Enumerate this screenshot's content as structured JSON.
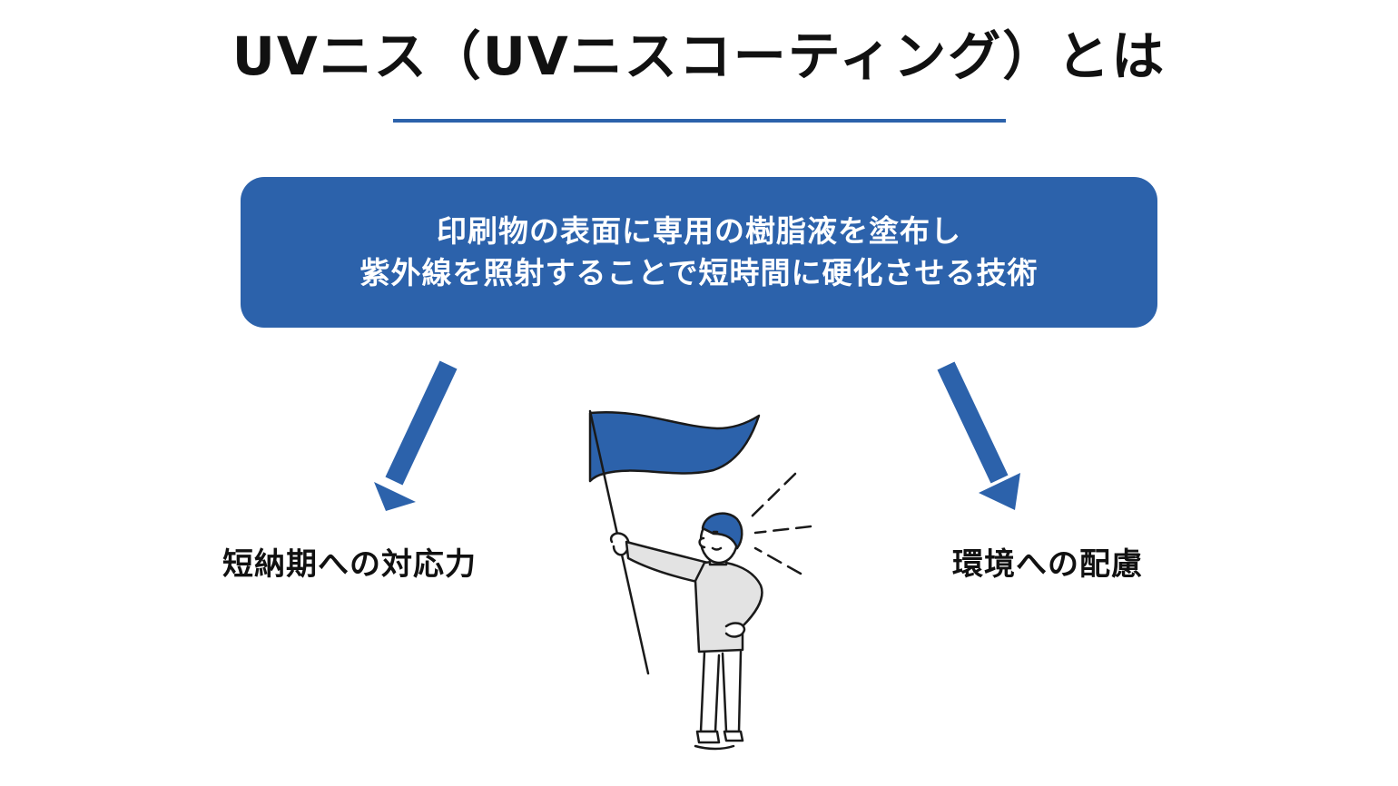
{
  "title": "UVニス（UVニスコーティング）とは",
  "definition": {
    "line1": "印刷物の表面に専用の樹脂液を塗布し",
    "line2": "紫外線を照射することで短時間に硬化させる技術"
  },
  "features": [
    {
      "label": "短納期への対応力"
    },
    {
      "label": "環境への配慮"
    }
  ],
  "illustration": {
    "subject": "person-waving-flag-icon"
  },
  "colors": {
    "accent": "#2c62ab",
    "text": "#111111",
    "background": "#ffffff",
    "shirt": "#e3e3e3"
  }
}
